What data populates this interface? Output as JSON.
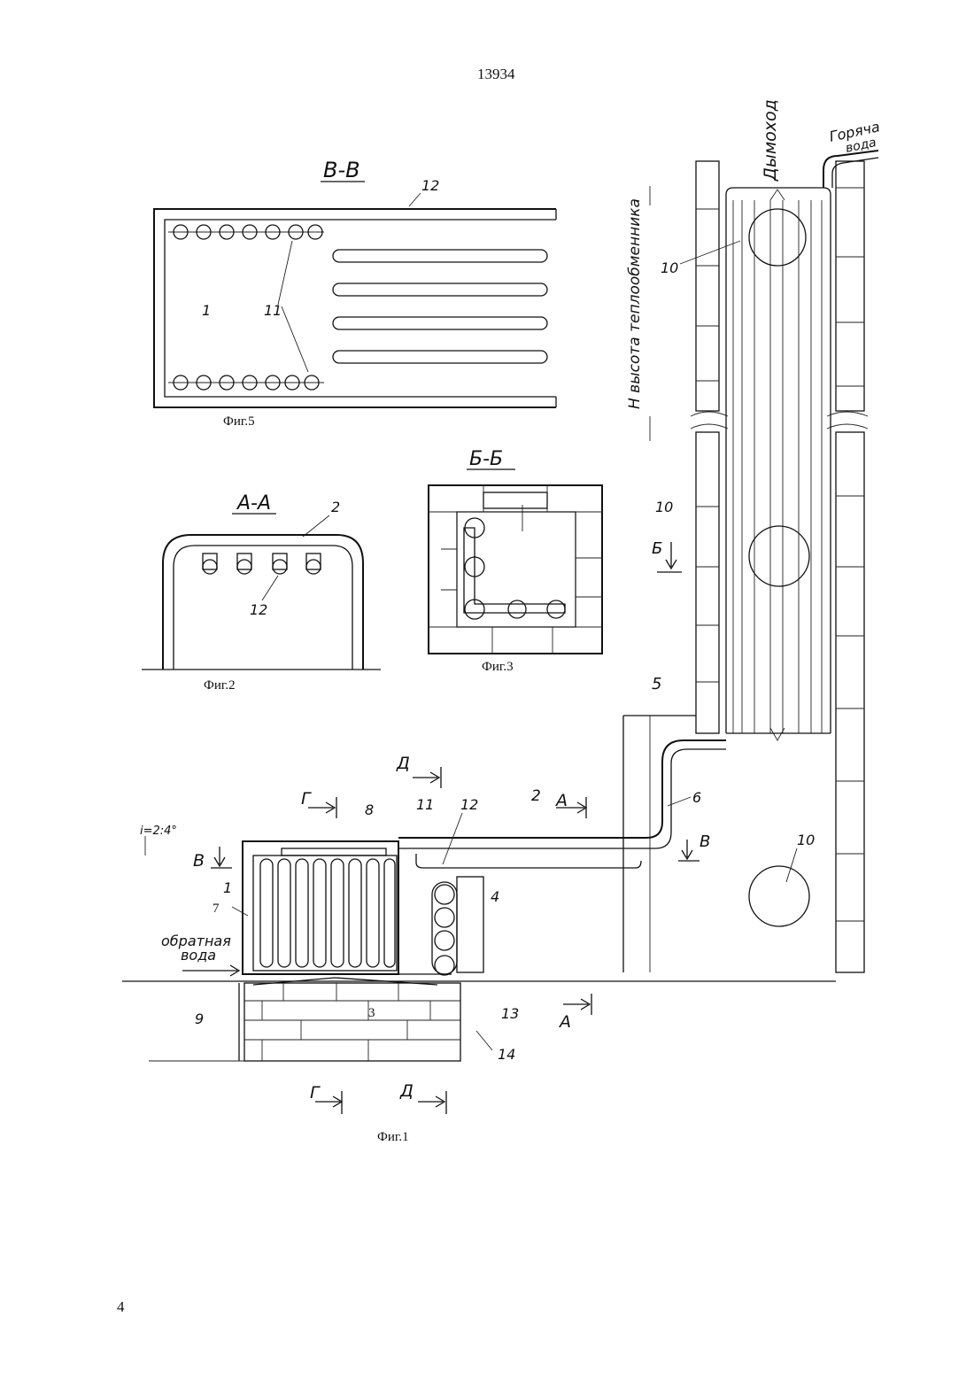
{
  "page": {
    "header_number": "13934",
    "footer_page_number": "4"
  },
  "figures": {
    "fig5": {
      "caption": "Фиг.5",
      "section_label": "В-В",
      "labels": {
        "pipe": "12",
        "chamber": "1",
        "tubes": "11"
      }
    },
    "fig2": {
      "caption": "Фиг.2",
      "section_label": "А-А",
      "labels": {
        "collector": "2",
        "pipe": "12"
      }
    },
    "fig3": {
      "caption": "Фиг.3",
      "section_label": "Б-Б"
    },
    "fig1": {
      "caption": "Фиг.1",
      "text": {
        "chimney": "Дымоход",
        "hot_water_line1": "Горяча",
        "hot_water_line2": "вода",
        "height_label": "Н высота теплообменника",
        "return_water_line1": "обратная",
        "return_water_line2": "вода",
        "slope": "i=2:4°"
      },
      "labels": {
        "top_item": "10",
        "mid_item": "10",
        "low_item": "10",
        "riser": "5",
        "bend": "6",
        "inlet": "7",
        "collector_top": "8",
        "tube": "11",
        "pipe": "12",
        "collector": "2",
        "drum": "4",
        "firebox": "3",
        "grate": "9",
        "ashpit": "13",
        "base": "14",
        "inlet_mark": "1"
      },
      "section_marks": {
        "A": "А",
        "B": "Б",
        "V": "В",
        "G": "Г",
        "D": "Д"
      }
    }
  }
}
